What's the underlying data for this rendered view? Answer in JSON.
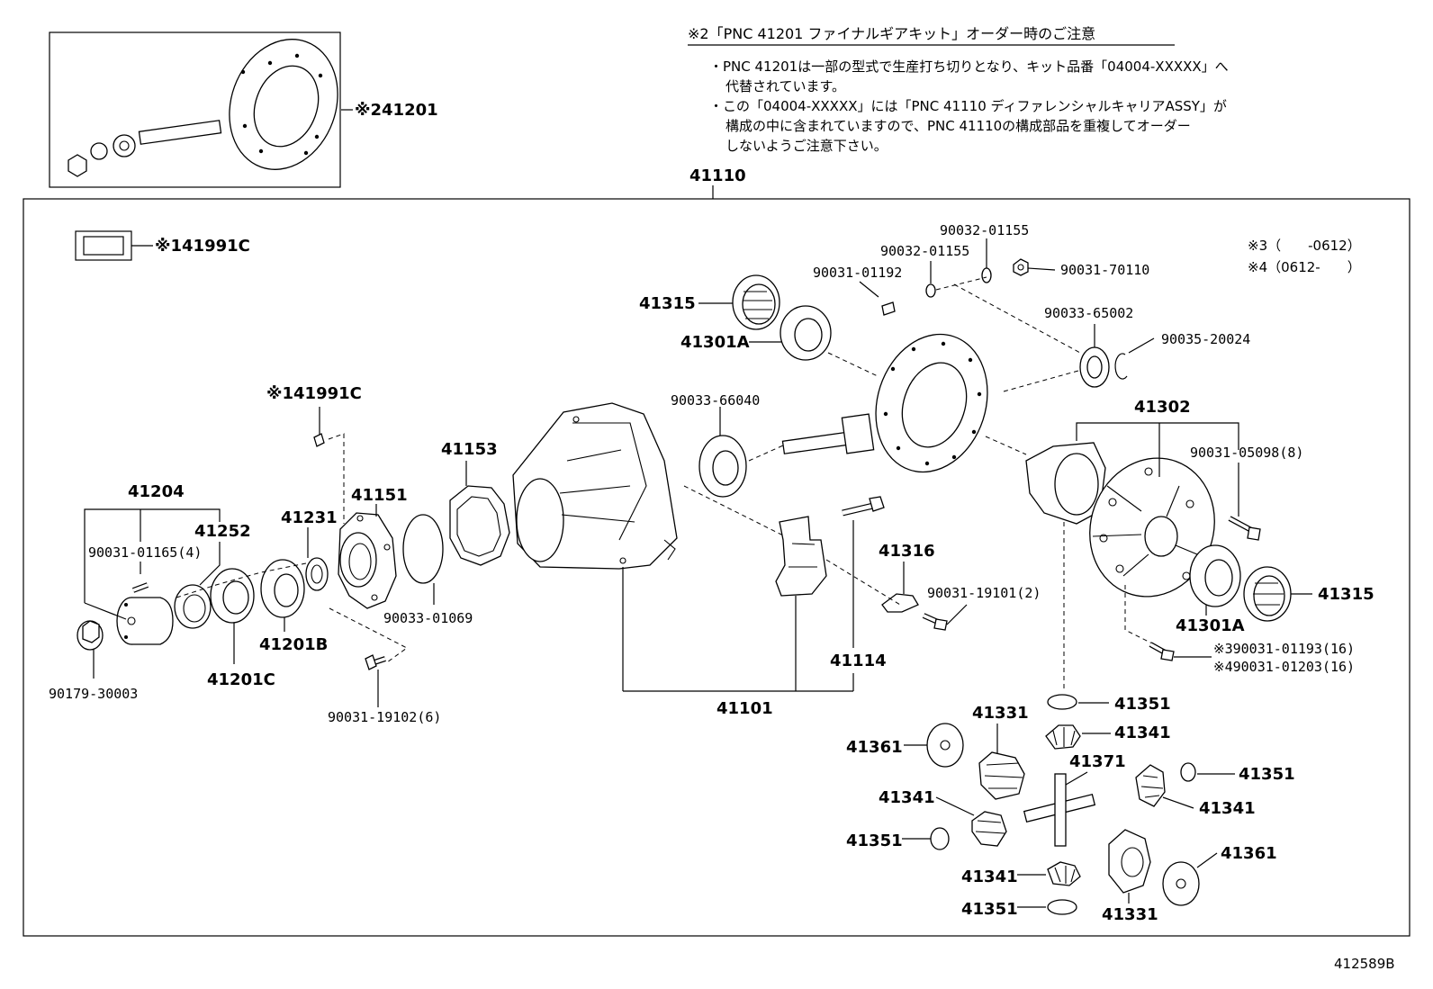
{
  "diagram_id": "412589B",
  "note": {
    "title": "※2「PNC 41201 ファイナルギアキット」オーダー時のご注意",
    "lines": [
      "・PNC 41201は一部の型式で生産打ち切りとなり、キット品番「04004-XXXXX」へ",
      "代替されています。",
      "・この「04004-XXXXX」には「PNC 41110 ディファレンシャルキャリアASSY」が",
      "構成の中に含まれていますので、PNC 41110の構成部品を重複してオーダー",
      "しないようご注意下さい。"
    ]
  },
  "legend": {
    "l3": "※3（　　-0612）",
    "l4": "※4（0612-　　）"
  },
  "labels": {
    "kit": "※241201",
    "assy": "41110",
    "tag_top": "※141991C",
    "tag_mid": "※141991C",
    "b90032_a": "90032-01155",
    "b90032_b": "90032-01155",
    "b90031_01192": "90031-01192",
    "b90031_70110": "90031-70110",
    "b90033_65002": "90033-65002",
    "b90035_20024": "90035-20024",
    "l41315_top": "41315",
    "l41301a_top": "41301A",
    "b90033_66040": "90033-66040",
    "l41302": "41302",
    "b90031_05098": "90031-05098(8)",
    "l41153": "41153",
    "l41204": "41204",
    "l41252": "41252",
    "b90031_01165": "90031-01165(4)",
    "l41231": "41231",
    "l41151": "41151",
    "l41316": "41316",
    "b90031_19101": "90031-19101(2)",
    "l41315_right": "41315",
    "l41301a_right": "41301A",
    "b90033_01069": "90033-01069",
    "l41201b": "41201B",
    "l41201c": "41201C",
    "b90179": "90179-30003",
    "b90031_19102": "90031-19102(6)",
    "l41114": "41114",
    "l41101": "41101",
    "b90031_01193": "※390031-01193(16)",
    "b90031_01203": "※490031-01203(16)",
    "l41351_a": "41351",
    "l41331_a": "41331",
    "l41341_a": "41341",
    "l41361_a": "41361",
    "l41371": "41371",
    "l41351_b": "41351",
    "l41341_b": "41341",
    "l41341_c": "41341",
    "l41351_c": "41351",
    "l41361_b": "41361",
    "l41341_d": "41341",
    "l41351_d": "41351",
    "l41331_b": "41331"
  }
}
